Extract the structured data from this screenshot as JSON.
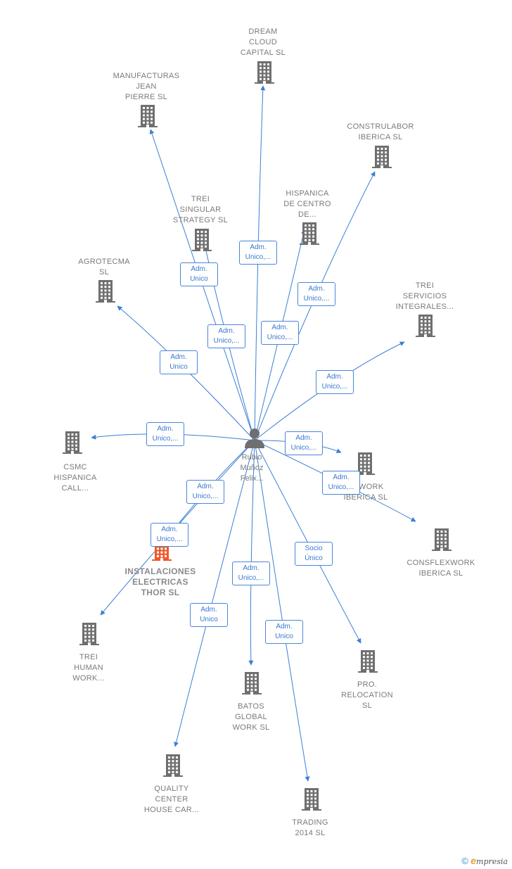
{
  "center": {
    "label": "Rubio\nMuñoz\nFelix..."
  },
  "nodes": [
    {
      "id": "dream",
      "label": "DREAM\nCLOUD\nCAPITAL  SL",
      "main": false
    },
    {
      "id": "manufacturas",
      "label": "MANUFACTURAS\nJEAN\nPIERRE SL",
      "main": false
    },
    {
      "id": "construlabor",
      "label": "CONSTRULABOR\nIBERICA  SL",
      "main": false
    },
    {
      "id": "trei_singular",
      "label": "TREI\nSINGULAR\nSTRATEGY  SL",
      "main": false
    },
    {
      "id": "hispanica",
      "label": "HISPANICA\nDE CENTRO\nDE...",
      "main": false
    },
    {
      "id": "agrotecma",
      "label": "AGROTECMA\nSL",
      "main": false
    },
    {
      "id": "trei_servicios",
      "label": "TREI\nSERVICIOS\nINTEGRALES...",
      "main": false
    },
    {
      "id": "csmc",
      "label": "CSMC\nHISPANICA\nCALL...",
      "main": false
    },
    {
      "id": "sswork",
      "label": "SSWORK\nIBERICA  SL",
      "main": false
    },
    {
      "id": "consflexwork",
      "label": "CONSFLEXWORK\nIBERICA  SL",
      "main": false
    },
    {
      "id": "instalaciones",
      "label": "INSTALACIONES\nELECTRICAS\nTHOR  SL",
      "main": true
    },
    {
      "id": "trei_human",
      "label": "TREI\nHUMAN\nWORK...",
      "main": false
    },
    {
      "id": "batos",
      "label": "BATOS\nGLOBAL\nWORK  SL",
      "main": false
    },
    {
      "id": "pro_relocation",
      "label": "PRO.\nRELOCATION\nSL",
      "main": false
    },
    {
      "id": "quality",
      "label": "QUALITY\nCENTER\nHOUSE CAR...",
      "main": false
    },
    {
      "id": "trading",
      "label": "TRADING\n2014  SL",
      "main": false
    }
  ],
  "relations": [
    {
      "target": "dream",
      "label": "Adm.\nUnico,..."
    },
    {
      "target": "manufacturas",
      "label": "Adm.\nUnico"
    },
    {
      "target": "construlabor",
      "label": "Adm.\nUnico,..."
    },
    {
      "target": "trei_singular",
      "label": "Adm.\nUnico,..."
    },
    {
      "target": "hispanica",
      "label": "Adm.\nUnico,..."
    },
    {
      "target": "agrotecma",
      "label": "Adm.\nUnico"
    },
    {
      "target": "trei_servicios",
      "label": "Adm.\nUnico,..."
    },
    {
      "target": "csmc",
      "label": "Adm.\nUnico,..."
    },
    {
      "target": "sswork",
      "label": "Adm.\nUnico,..."
    },
    {
      "target": "consflexwork",
      "label": "Adm.\nUnico,..."
    },
    {
      "target": "instalaciones",
      "label": "Adm.\nUnico,..."
    },
    {
      "target": "trei_human",
      "label": "Adm.\nUnico,..."
    },
    {
      "target": "batos",
      "label": "Adm.\nUnico,..."
    },
    {
      "target": "pro_relocation",
      "label": "Socio\nÚnico"
    },
    {
      "target": "quality",
      "label": "Adm.\nUnico"
    },
    {
      "target": "trading",
      "label": "Adm.\nUnico"
    }
  ],
  "colors": {
    "edge": "#3a7fd5",
    "building": "#6f6f6f",
    "building_main": "#f0582b",
    "person": "#6f6f6f"
  },
  "footer": {
    "copyright": "©",
    "brand_initial": "e",
    "brand_rest": "mpresia"
  }
}
